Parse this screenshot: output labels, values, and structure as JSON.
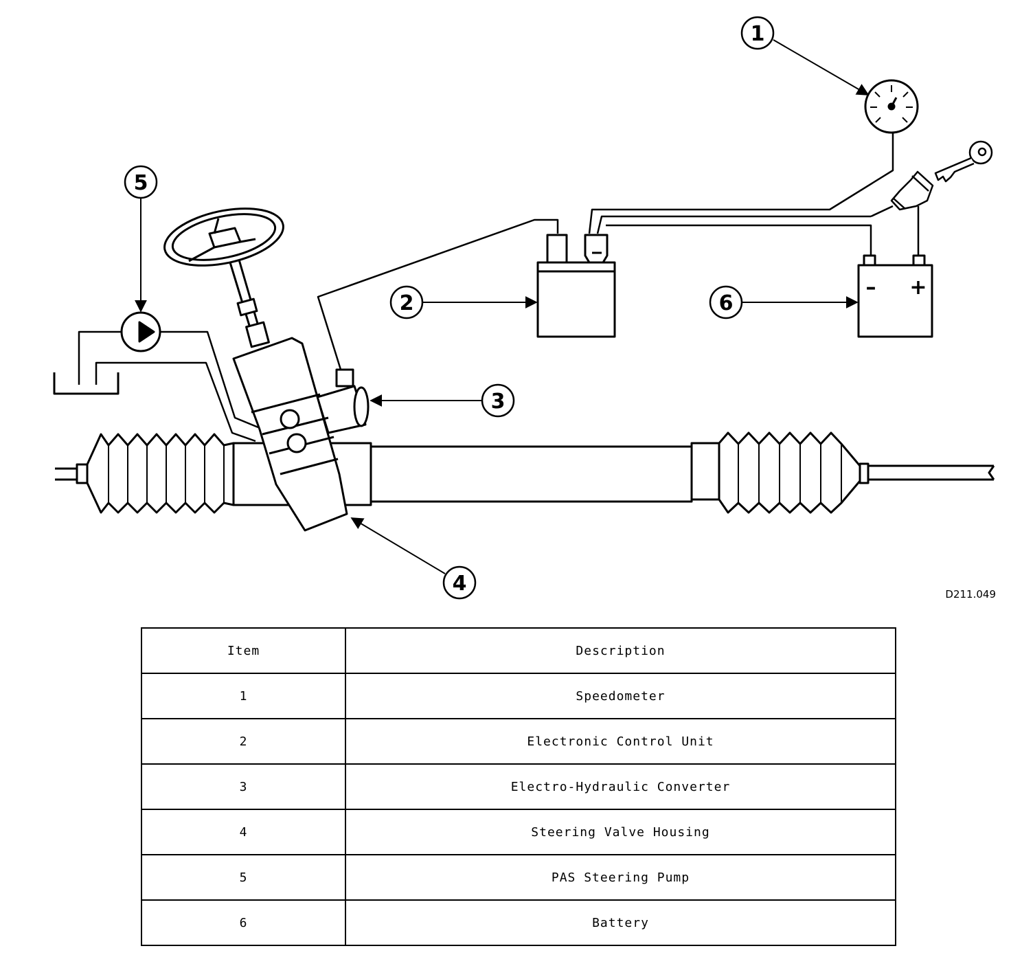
{
  "figure_id": "D211.049",
  "callouts": [
    {
      "number": "1"
    },
    {
      "number": "2"
    },
    {
      "number": "3"
    },
    {
      "number": "4"
    },
    {
      "number": "5"
    },
    {
      "number": "6"
    }
  ],
  "battery": {
    "negative": "–",
    "positive": "+"
  },
  "table": {
    "headers": {
      "item": "Item",
      "description": "Description"
    },
    "rows": [
      {
        "item": "1",
        "description": "Speedometer"
      },
      {
        "item": "2",
        "description": "Electronic Control Unit"
      },
      {
        "item": "3",
        "description": "Electro-Hydraulic Converter"
      },
      {
        "item": "4",
        "description": "Steering Valve Housing"
      },
      {
        "item": "5",
        "description": "PAS Steering Pump"
      },
      {
        "item": "6",
        "description": "Battery"
      }
    ]
  }
}
